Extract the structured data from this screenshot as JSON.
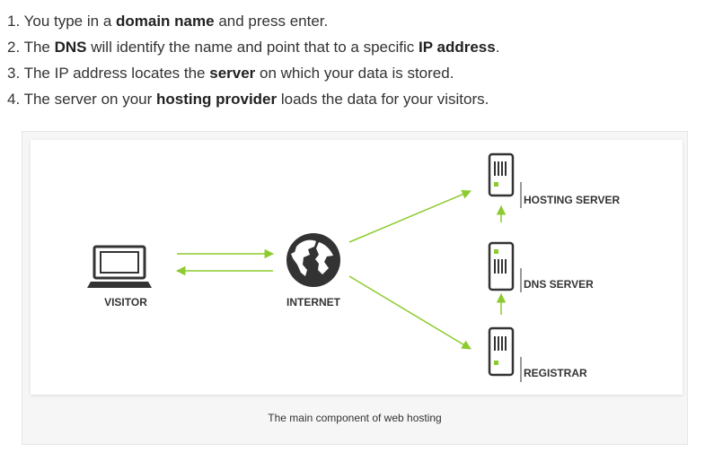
{
  "steps": [
    {
      "n": "1. ",
      "parts": [
        {
          "t": "You type in a "
        },
        {
          "t": "domain name",
          "b": true
        },
        {
          "t": " and press enter."
        }
      ]
    },
    {
      "n": "2. ",
      "parts": [
        {
          "t": "The "
        },
        {
          "t": "DNS",
          "b": true
        },
        {
          "t": " will identify the name and point that to a specific "
        },
        {
          "t": "IP address",
          "b": true
        },
        {
          "t": "."
        }
      ]
    },
    {
      "n": "3. ",
      "parts": [
        {
          "t": "The IP address locates the "
        },
        {
          "t": "server",
          "b": true
        },
        {
          "t": " on which your data is stored."
        }
      ]
    },
    {
      "n": "4. ",
      "parts": [
        {
          "t": "The server on your "
        },
        {
          "t": "hosting provider",
          "b": true
        },
        {
          "t": " loads the data for your visitors."
        }
      ]
    }
  ],
  "diagram": {
    "visitor": "VISITOR",
    "internet": "INTERNET",
    "hosting_server": "HOSTING SERVER",
    "dns_server": "DNS SERVER",
    "registrar": "REGISTRAR",
    "caption": "The main component of web hosting"
  },
  "colors": {
    "arrow": "#8ccb2e",
    "icon": "#333333",
    "server_led": "#8ccb2e"
  }
}
